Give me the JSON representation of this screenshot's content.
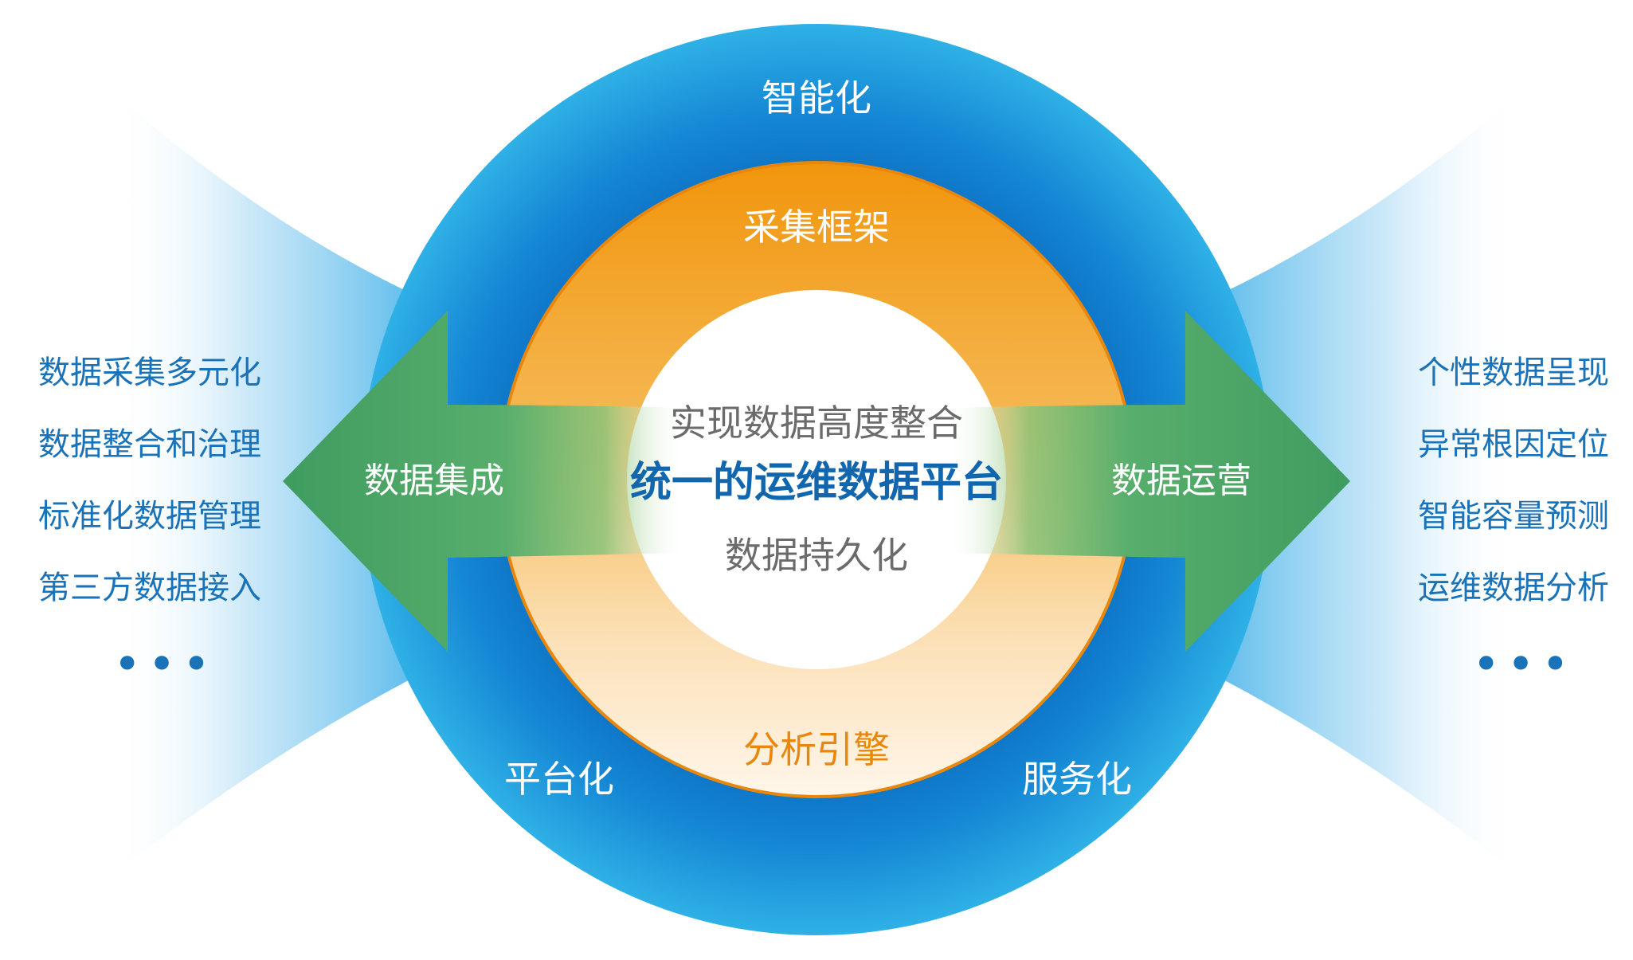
{
  "center": {
    "line1": "实现数据高度整合",
    "title": "统一的运维数据平台",
    "line3": "数据持久化"
  },
  "orange_ring": {
    "top": "采集框架",
    "bottom": "分析引擎"
  },
  "blue_ring": {
    "top": "智能化",
    "bottom_left": "平台化",
    "bottom_right": "服务化"
  },
  "arrows": {
    "left": "数据集成",
    "right": "数据运营"
  },
  "left_list": [
    "数据采集多元化",
    "数据整合和治理",
    "标准化数据管理",
    "第三方数据接入"
  ],
  "right_list": [
    "个性数据呈现",
    "异常根因定位",
    "智能容量预测",
    "运维数据分析"
  ],
  "ellipsis": "•••",
  "colors": {
    "blue_dark": "#0f6cc0",
    "blue_light": "#29abe2",
    "orange": "#f29a14",
    "green": "#4aa86a",
    "text_blue": "#1266ae",
    "text_gray": "#6b6b6b",
    "orange_text": "#e8870c"
  }
}
